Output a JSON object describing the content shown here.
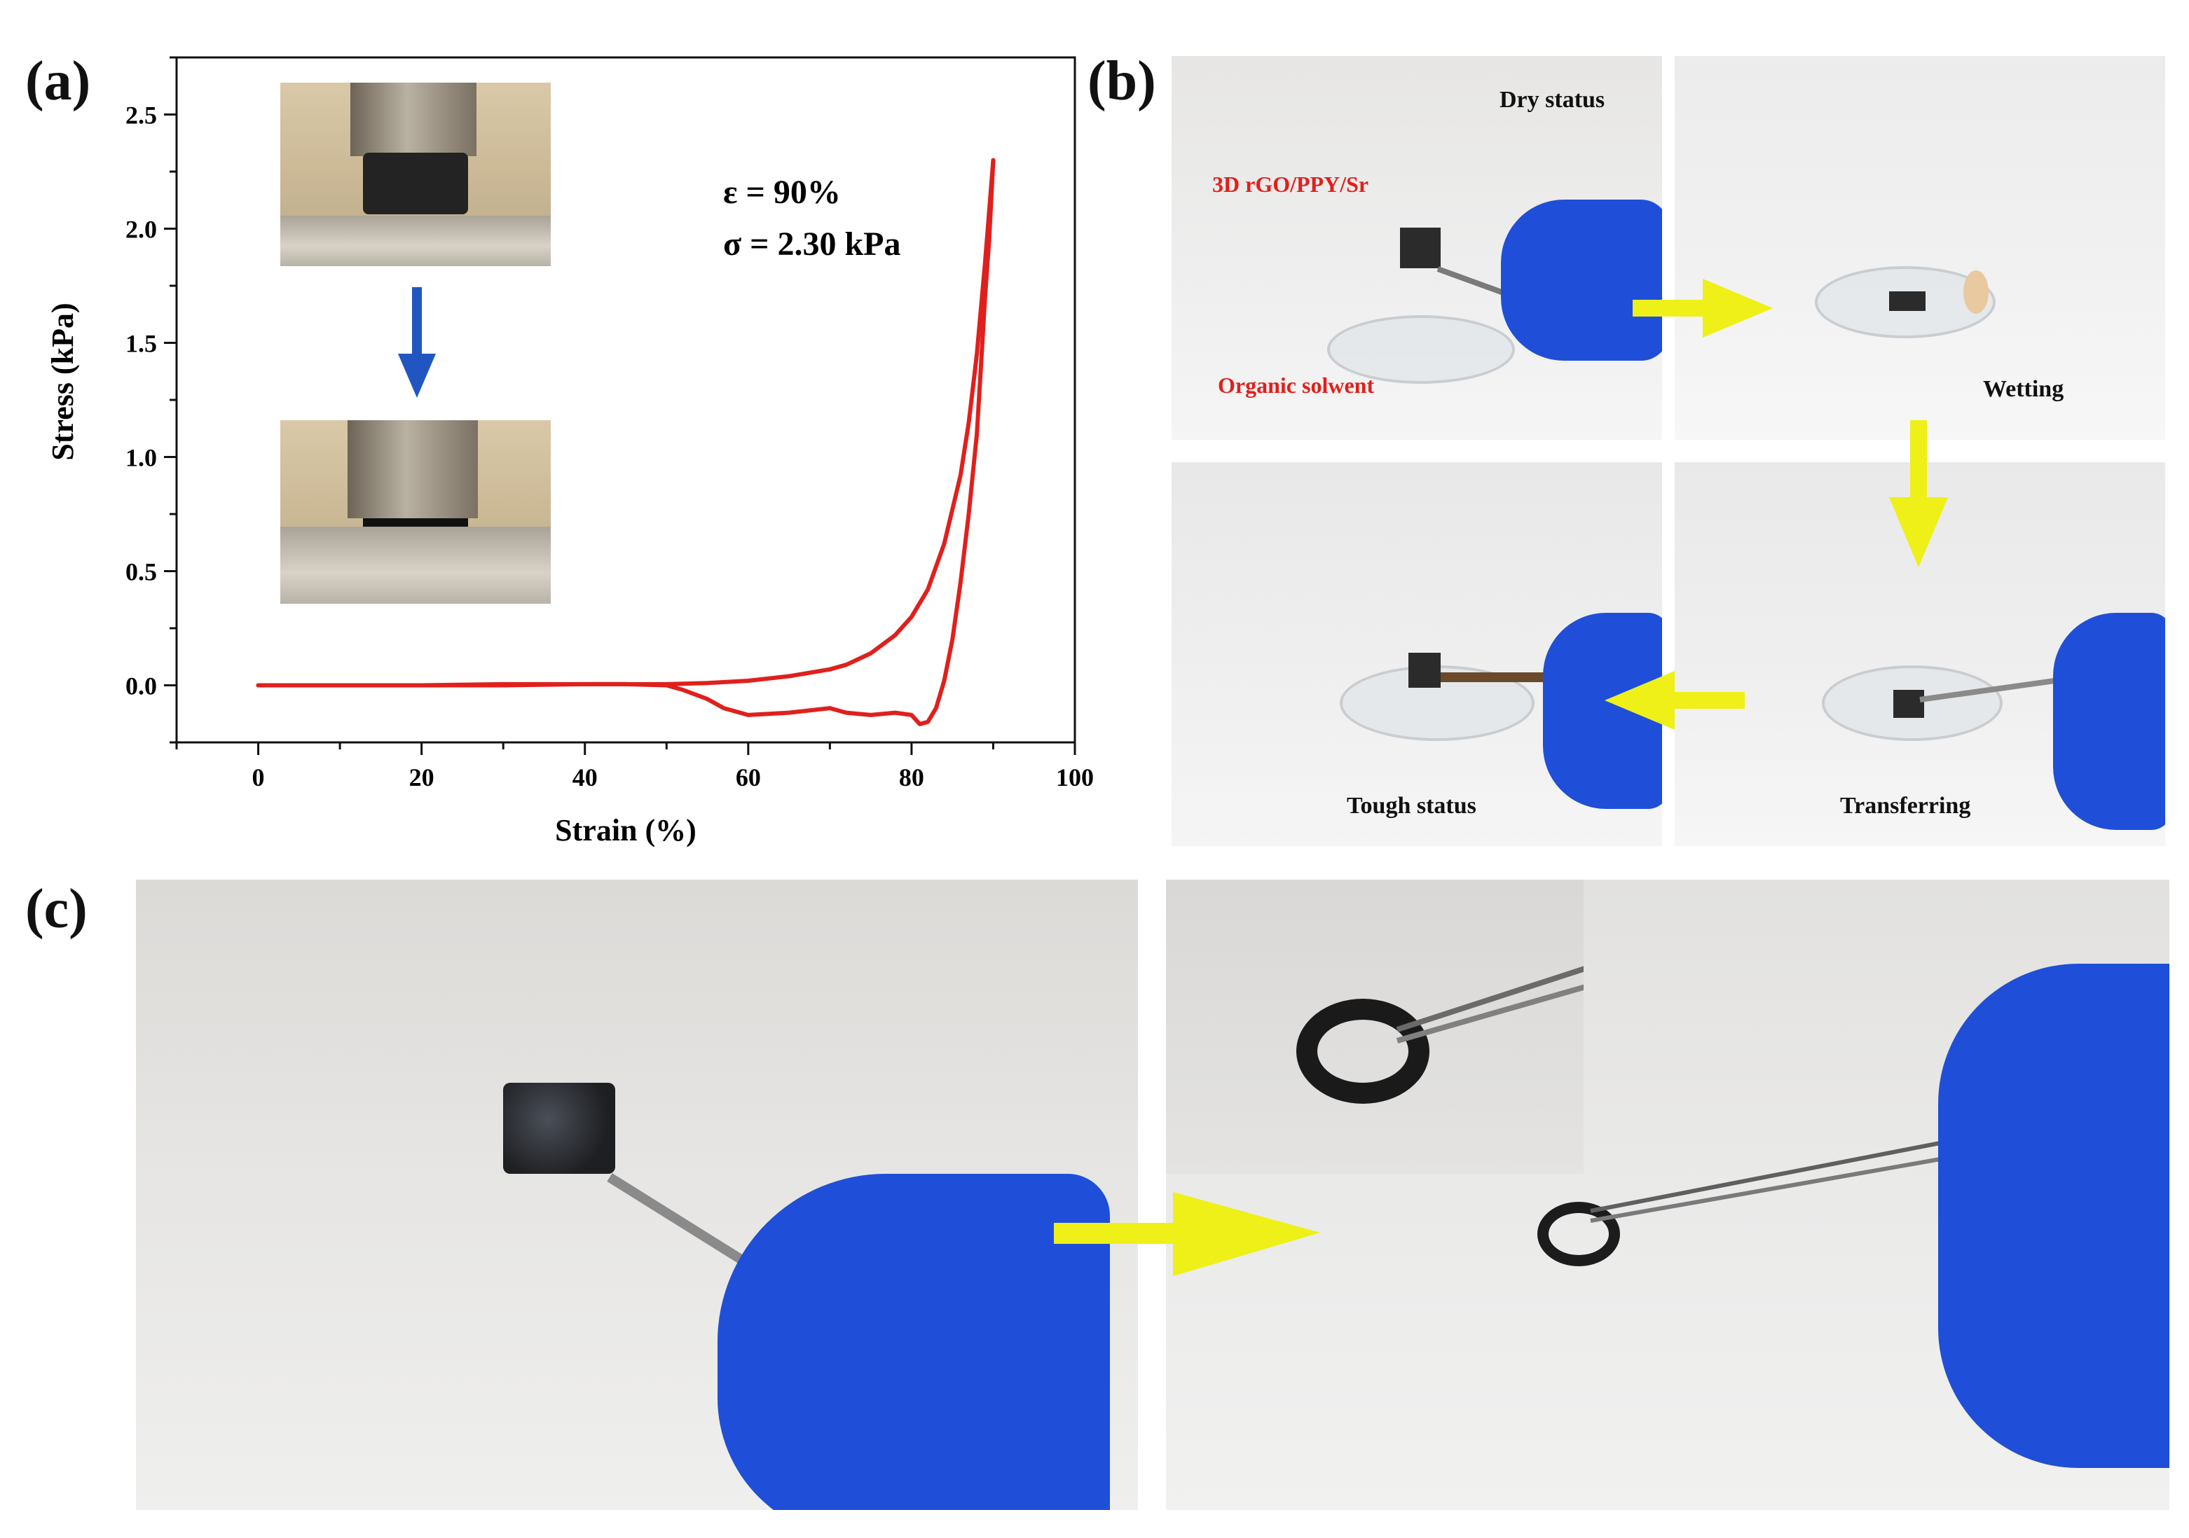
{
  "figure": {
    "panels": [
      {
        "id": "a",
        "label": "(a)"
      },
      {
        "id": "b",
        "label": "(b)"
      },
      {
        "id": "c",
        "label": "(c)"
      }
    ]
  },
  "panel_a": {
    "annotation_strain": "ε = 90%",
    "annotation_stress": "σ = 2.30 kPa"
  },
  "panel_b": {
    "captions": {
      "dry": "Dry status",
      "wetting": "Wetting",
      "transferring": "Transferring",
      "tough": "Tough status"
    },
    "notes": {
      "sample": "3D rGO/PPY/Sr",
      "solvent": "Organic solwent"
    }
  },
  "colors": {
    "curve": "#e0201c",
    "arrow_blue": "#2156c0",
    "arrow_yellow": "#eef018",
    "glove": "#1f4fd8",
    "foam": "#1c1c1c"
  },
  "chart_data": {
    "type": "line",
    "title": "",
    "xlabel": "Strain (%)",
    "ylabel": "Stress (kPa)",
    "xlim": [
      -10,
      100
    ],
    "ylim": [
      -0.25,
      2.75
    ],
    "xticks": [
      0,
      20,
      40,
      60,
      80,
      100
    ],
    "yticks": [
      0.0,
      0.5,
      1.0,
      1.5,
      2.0,
      2.5
    ],
    "xtick_labels": [
      "0",
      "20",
      "40",
      "60",
      "80",
      "100"
    ],
    "ytick_labels": [
      "0.0",
      "0.5",
      "1.0",
      "1.5",
      "2.0",
      "2.5"
    ],
    "grid": false,
    "series": [
      {
        "x": [
          0,
          10,
          20,
          30,
          40,
          50,
          55,
          60,
          65,
          70,
          72,
          75,
          78,
          80,
          82,
          84,
          86,
          87,
          88,
          89,
          90
        ],
        "y": [
          0,
          0,
          0,
          0,
          0.005,
          0.005,
          0.01,
          0.02,
          0.04,
          0.07,
          0.09,
          0.14,
          0.22,
          0.3,
          0.42,
          0.62,
          0.92,
          1.15,
          1.45,
          1.85,
          2.3
        ]
      },
      {
        "x": [
          90,
          89.5,
          89,
          88.5,
          88,
          87,
          86,
          85,
          84,
          83,
          82,
          81,
          80,
          78,
          75,
          72,
          70,
          65,
          60,
          57,
          55,
          52,
          50,
          45,
          40,
          30,
          20,
          10,
          0
        ],
        "y": [
          2.3,
          1.95,
          1.7,
          1.4,
          1.1,
          0.75,
          0.45,
          0.2,
          0.02,
          -0.1,
          -0.16,
          -0.17,
          -0.13,
          -0.12,
          -0.13,
          -0.12,
          -0.1,
          -0.12,
          -0.13,
          -0.1,
          -0.06,
          -0.02,
          0,
          0.005,
          0.005,
          0.005,
          0,
          0,
          0
        ]
      }
    ]
  }
}
